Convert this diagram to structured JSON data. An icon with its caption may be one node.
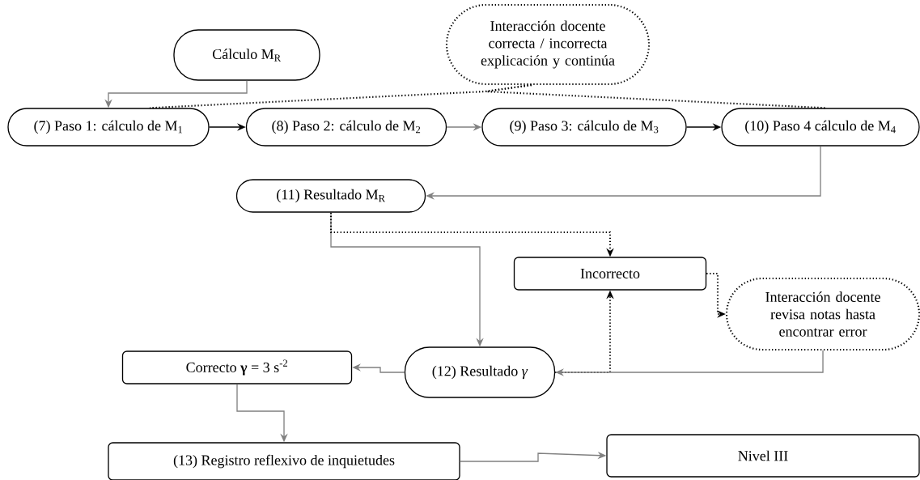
{
  "diagram": {
    "nodes": [
      {
        "text": [
          "Cálculo M$_{R}$"
        ]
      },
      {
        "text": [
          "Interacción docente correcta / incorrecta explicación y continúa"
        ]
      },
      {
        "text": [
          "(7) Paso 1: cálculo de M$_{1}$"
        ]
      },
      {
        "text": [
          "(8) Paso 2: cálculo de M$_{2}$"
        ]
      },
      {
        "text": [
          "(9) Paso 3: cálculo de M$_{3}$"
        ]
      },
      {
        "text": [
          "(10) Paso 4 cálculo de M$_{4}$"
        ]
      },
      {
        "text": [
          "(11) Resultado M$_{R}$"
        ]
      },
      {
        "text": [
          "Incorrecto"
        ]
      },
      {
        "text": [
          "Interacción docente revisa notas hasta encontrar error"
        ]
      },
      {
        "text": [
          "(12) Resultado *γ*"
        ]
      },
      {
        "text": [
          "Correcto **γ** = 3 s$^{-2}$"
        ]
      },
      {
        "text": [
          "(13) Registro reflexivo de inquietudes"
        ]
      },
      {
        "text": [
          "Nivel III"
        ]
      }
    ],
    "edges": [
      {
        "from": 0,
        "to": 2,
        "arrow": "to"
      },
      {
        "from": 2,
        "to": 3,
        "arrow": "to",
        "color": "#000000"
      },
      {
        "from": 3,
        "to": 4,
        "arrow": "to"
      },
      {
        "from": 4,
        "to": 5,
        "arrow": "to",
        "color": "#000000"
      },
      {
        "from": 1,
        "to": 2,
        "arrow": "none",
        "style": "dashed",
        "color": "#000000"
      },
      {
        "from": 1,
        "to": 5,
        "arrow": "none",
        "style": "dashed",
        "color": "#000000"
      },
      {
        "from": 5,
        "to": 6,
        "arrow": "to"
      },
      {
        "from": 6,
        "to": 9,
        "arrow": "to"
      },
      {
        "from": 6,
        "to": 7,
        "arrow": "to",
        "style": "dashed",
        "color": "#000000"
      },
      {
        "from": 9,
        "to": 7,
        "arrow": "to",
        "style": "dashed",
        "color": "#000000"
      },
      {
        "from": 7,
        "to": 8,
        "arrow": "to",
        "style": "dashed",
        "color": "#000000"
      },
      {
        "from": 8,
        "to": 9,
        "arrow": "to"
      },
      {
        "from": 9,
        "to": 10,
        "arrow": "to"
      },
      {
        "from": 10,
        "to": 11,
        "arrow": "to"
      },
      {
        "from": 11,
        "to": 12,
        "arrow": "to"
      }
    ]
  }
}
